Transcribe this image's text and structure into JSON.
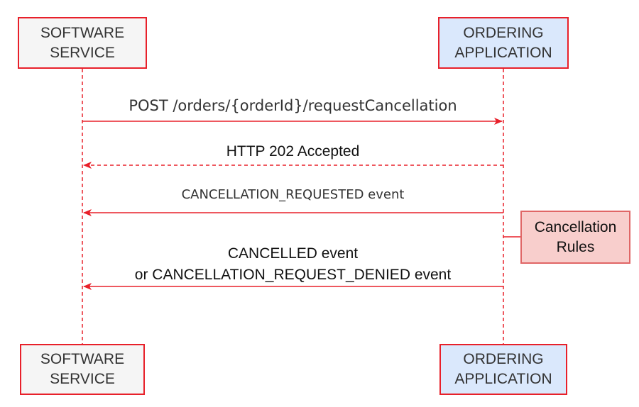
{
  "participants": {
    "software_top": {
      "line1": "SOFTWARE",
      "line2": "SERVICE"
    },
    "ordering_top": {
      "line1": "ORDERING",
      "line2": "APPLICATION"
    },
    "software_bottom": {
      "line1": "SOFTWARE",
      "line2": "SERVICE"
    },
    "ordering_bottom": {
      "line1": "ORDERING",
      "line2": "APPLICATION"
    }
  },
  "messages": {
    "request": "POST /orders/{orderId}/requestCancellation",
    "accepted": "HTTP 202 Accepted",
    "requested_event": "CANCELLATION_REQUESTED event",
    "result_line1": "CANCELLED event",
    "result_line2": "or CANCELLATION_REQUEST_DENIED event"
  },
  "note": {
    "line1": "Cancellation",
    "line2": "Rules"
  },
  "colors": {
    "line": "#e8202a",
    "software_fill": "#f5f5f5",
    "ordering_fill": "#dae8fc",
    "note_fill": "#f8cecc",
    "note_border": "#e06666"
  }
}
